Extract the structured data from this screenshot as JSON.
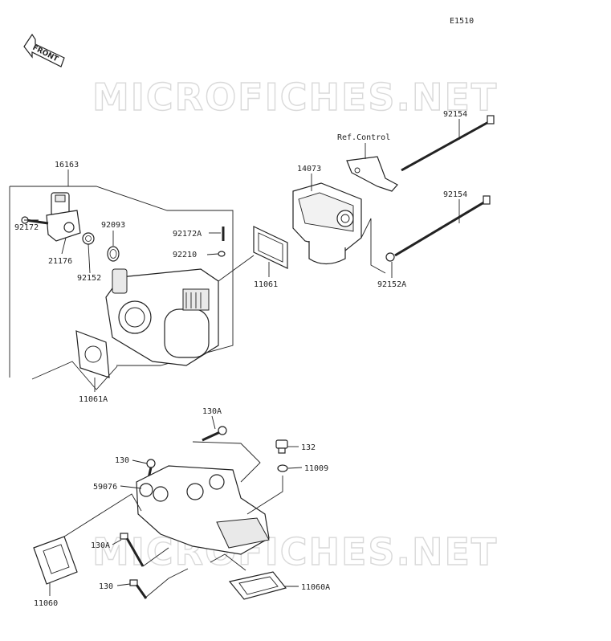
{
  "diagram": {
    "code": "E1510",
    "front_label": "FRONT",
    "watermark": "MICROFICHES.NET",
    "callouts": [
      {
        "id": "16163",
        "text": "16163"
      },
      {
        "id": "92172",
        "text": "92172"
      },
      {
        "id": "21176",
        "text": "21176"
      },
      {
        "id": "92152",
        "text": "92152"
      },
      {
        "id": "92093",
        "text": "92093"
      },
      {
        "id": "92172A",
        "text": "92172A"
      },
      {
        "id": "92210",
        "text": "92210"
      },
      {
        "id": "11061",
        "text": "11061"
      },
      {
        "id": "11061A",
        "text": "11061A"
      },
      {
        "id": "14073",
        "text": "14073"
      },
      {
        "id": "ref-control",
        "text": "Ref.Control"
      },
      {
        "id": "92154-top",
        "text": "92154"
      },
      {
        "id": "92154-bottom",
        "text": "92154"
      },
      {
        "id": "92152A",
        "text": "92152A"
      },
      {
        "id": "130A-top",
        "text": "130A"
      },
      {
        "id": "130-top",
        "text": "130"
      },
      {
        "id": "132",
        "text": "132"
      },
      {
        "id": "11009",
        "text": "11009"
      },
      {
        "id": "59076",
        "text": "59076"
      },
      {
        "id": "130A-bottom",
        "text": "130A"
      },
      {
        "id": "130-bottom",
        "text": "130"
      },
      {
        "id": "11060",
        "text": "11060"
      },
      {
        "id": "11060A",
        "text": "11060A"
      }
    ]
  }
}
